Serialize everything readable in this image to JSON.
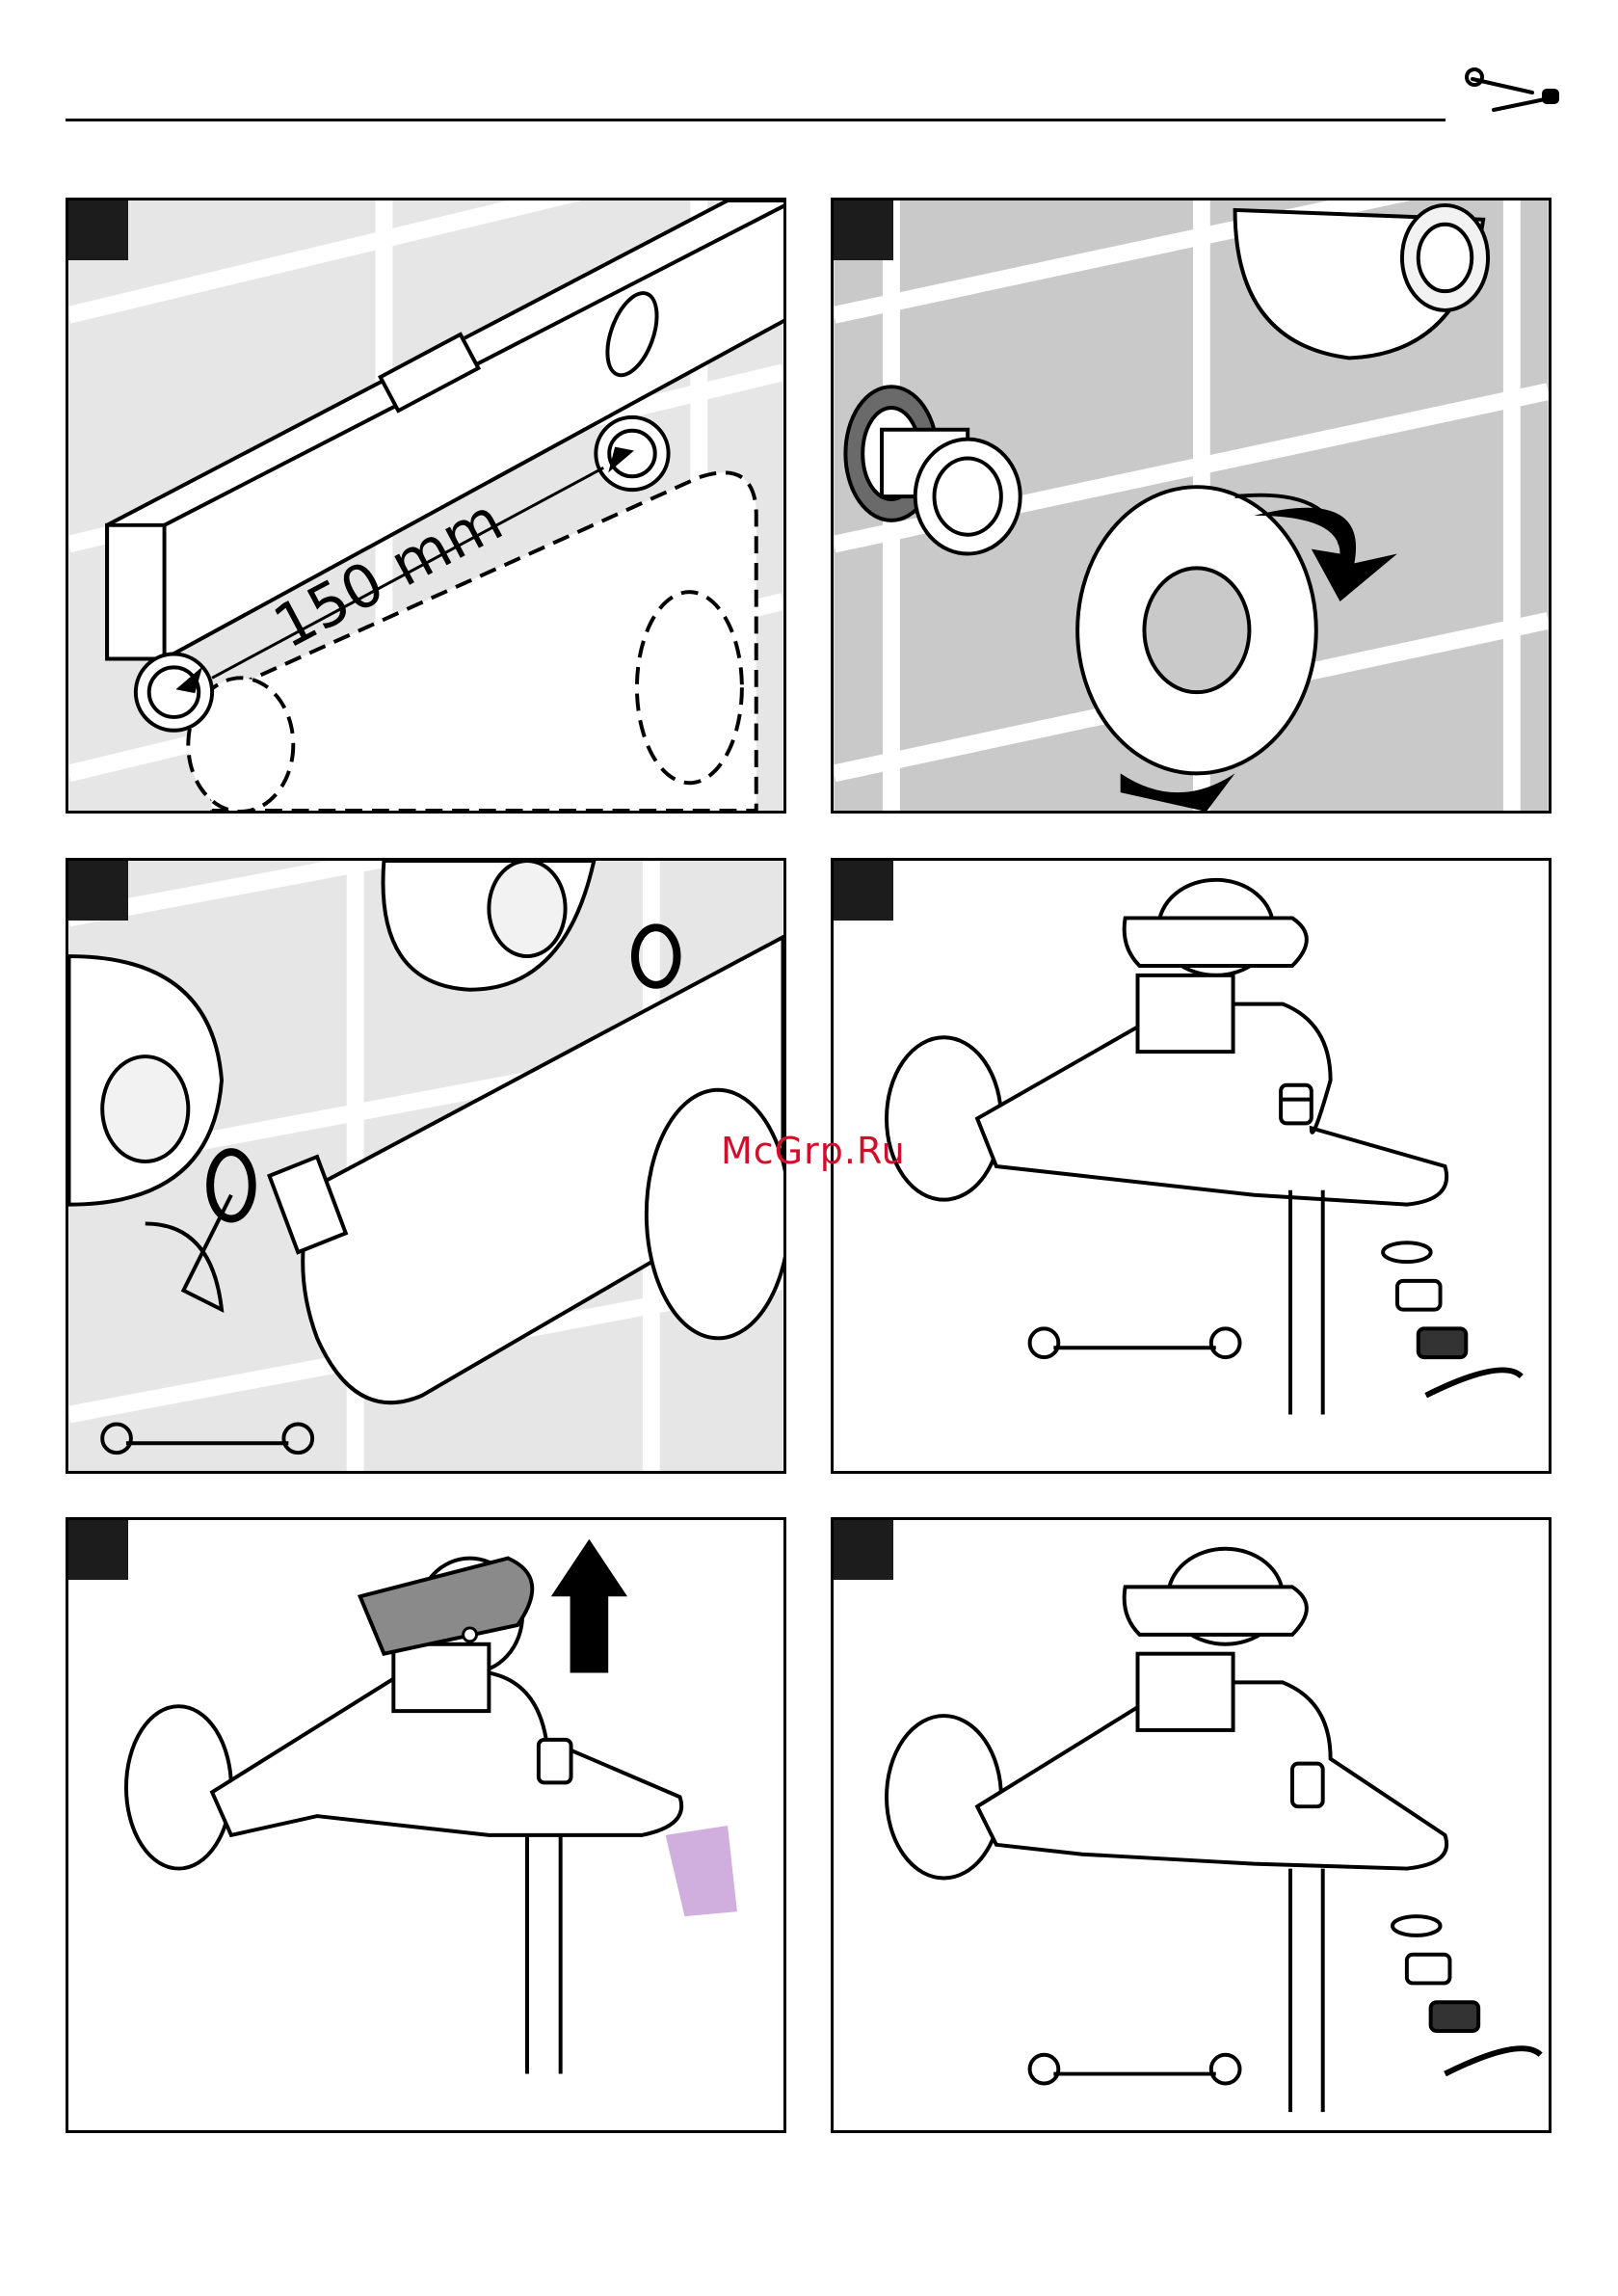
{
  "header": {
    "icon": "wrench-screwdriver-icon"
  },
  "watermark": {
    "text": "McGrp.Ru",
    "color": "#d0102a"
  },
  "panels": [
    {
      "id": "step-1",
      "dimension_label": "150 mm"
    },
    {
      "id": "step-2"
    },
    {
      "id": "step-3"
    },
    {
      "id": "step-4"
    },
    {
      "id": "step-5"
    },
    {
      "id": "step-6"
    }
  ],
  "colors": {
    "tile_bg": "#e8e8e8",
    "tile_grout": "#ffffff",
    "dark_grey": "#9a9a9a",
    "water": "#c8a0d8"
  }
}
